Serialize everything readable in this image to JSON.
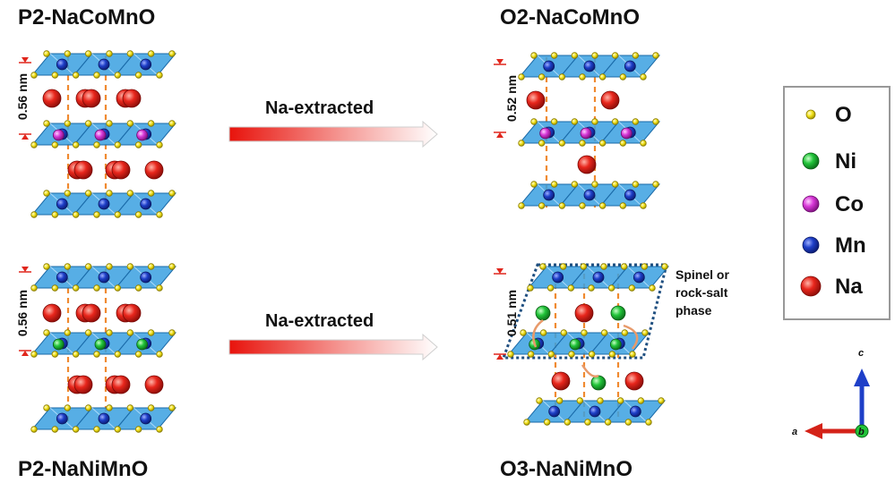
{
  "panels": {
    "top_left_title": "P2-NaCoMnO",
    "top_right_title": "O2-NaCoMnO",
    "bottom_left_title": "P2-NaNiMnO",
    "bottom_right_title": "O3-NaNiMnO"
  },
  "arrows": {
    "top_label": "Na-extracted",
    "bottom_label": "Na-extracted"
  },
  "spacings": {
    "top_left": "0.56 nm",
    "top_right": "0.52 nm",
    "bottom_left": "0.56 nm",
    "bottom_right": "0.51 nm"
  },
  "annotation": {
    "line1": "Spinel or",
    "line2": "rock-salt",
    "line3": "phase"
  },
  "legend": {
    "items": [
      {
        "label": "O",
        "color": "#f2e21a"
      },
      {
        "label": "Ni",
        "color": "#22c43a"
      },
      {
        "label": "Co",
        "color": "#d838d8"
      },
      {
        "label": "Mn",
        "color": "#1e3fc8"
      },
      {
        "label": "Na",
        "color": "#e0261c"
      }
    ]
  },
  "axes": {
    "c_label": "c",
    "a_label": "a",
    "b_label": "b"
  },
  "colors": {
    "octahedra": "#3aa0e0",
    "spacing_marker": "#e0261c",
    "dashed_guide": "#f08a30",
    "phase_box": "#1f4f80"
  }
}
